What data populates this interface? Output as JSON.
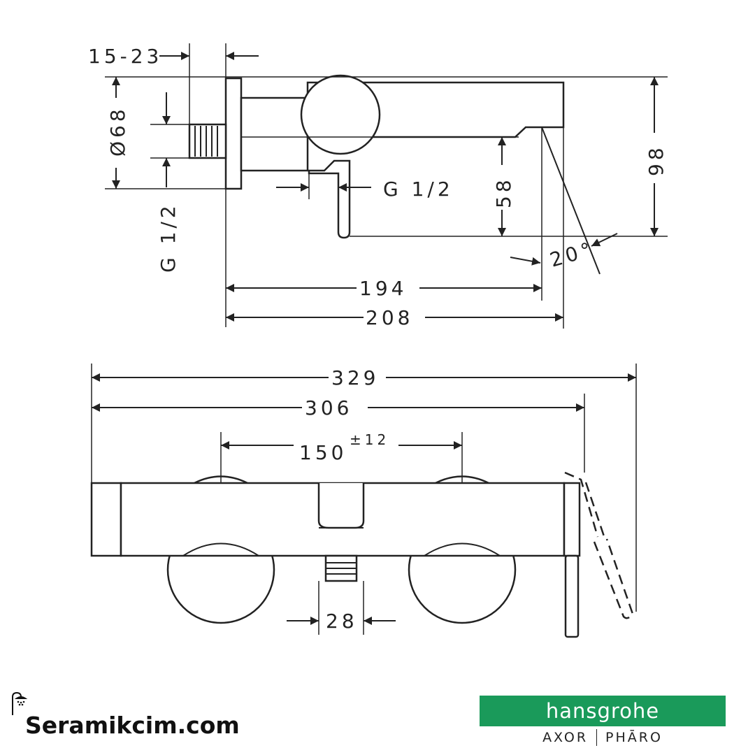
{
  "dimensions": {
    "depth_adjust": "15-23",
    "rosette_diameter": "Ø68",
    "inlet_thread_side": "G 1/2",
    "outlet_thread": "G 1/2",
    "outlet_height": "58",
    "total_height": "98",
    "angle": "20°",
    "spout_projection_inner": "194",
    "spout_projection_outer": "208",
    "overall_width": "329",
    "body_width": "306",
    "centers_base": "150",
    "centers_tolerance": "±12",
    "outlet_width": "28"
  },
  "site": {
    "name": "Seramikcim.com",
    "icon": "shower-head-icon"
  },
  "brand": {
    "name": "hansgrohe",
    "line_left": "AXOR",
    "line_right": "PHĀRO",
    "color": "#1a9a5a"
  }
}
